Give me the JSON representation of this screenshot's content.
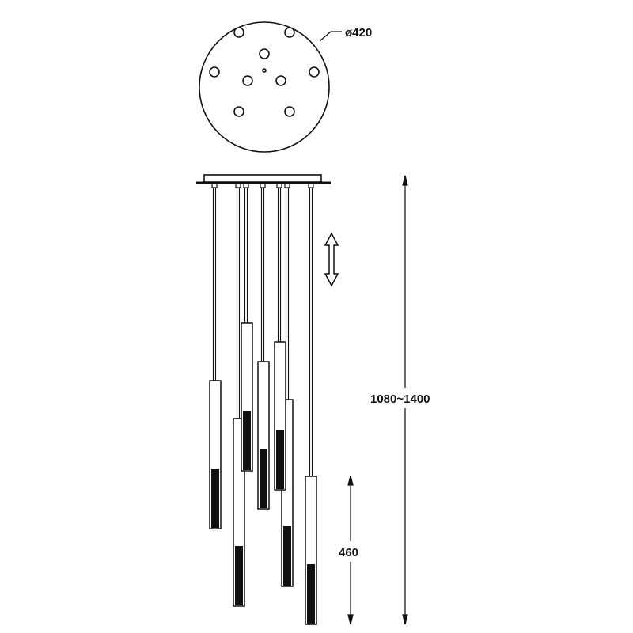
{
  "title": "Pendant lamp dimension drawing",
  "dimensions": {
    "diameter": "ø420",
    "overall_height": "1080~1400",
    "pendant_length": "460"
  },
  "colors": {
    "line": "#111111",
    "background": "#ffffff"
  }
}
